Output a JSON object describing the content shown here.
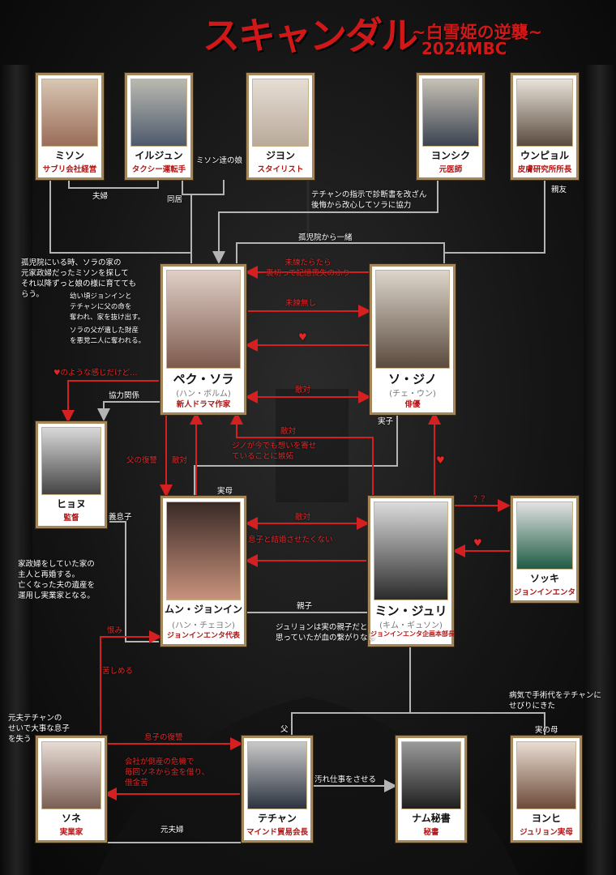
{
  "title": {
    "main": "スキャンダル",
    "sub": "~白雪姫の逆襲~",
    "year": "2024MBC"
  },
  "characters": [
    {
      "id": "mison",
      "name": "ミソン",
      "role": "サブリ会社経営"
    },
    {
      "id": "iljun",
      "name": "イルジュン",
      "role": "タクシー運転手"
    },
    {
      "id": "jiyon",
      "name": "ジヨン",
      "role": "スタイリスト"
    },
    {
      "id": "yonshik",
      "name": "ヨンシク",
      "role": "元医師"
    },
    {
      "id": "unpil",
      "name": "ウンピョル",
      "role": "皮膚研究所所長"
    },
    {
      "id": "sora",
      "name": "ペク・ソラ",
      "actor": "(ハン・ボルム)",
      "role": "新人ドラマ作家"
    },
    {
      "id": "jino",
      "name": "ソ・ジノ",
      "actor": "(チェ・ウン)",
      "role": "俳優"
    },
    {
      "id": "hyonu",
      "name": "ヒョヌ",
      "role": "監督"
    },
    {
      "id": "jongin",
      "name": "ムン・ジョンイン",
      "actor": "(ハン・チェヨン)",
      "role": "ジョンインエンタ代表"
    },
    {
      "id": "juri",
      "name": "ミン・ジュリ",
      "actor": "(キム・ギュソン)",
      "role": "ジョンインエンタ企画本部長"
    },
    {
      "id": "sokki",
      "name": "ソッキ",
      "role": "ジョンインエンタ"
    },
    {
      "id": "sone",
      "name": "ソネ",
      "role": "実業家"
    },
    {
      "id": "tecyan",
      "name": "テチャン",
      "role": "マインド貿易会長"
    },
    {
      "id": "nam",
      "name": "ナム秘書",
      "role": "秘書"
    },
    {
      "id": "yonhi",
      "name": "ヨンヒ",
      "role": "ジュリョン実母"
    }
  ],
  "labels": {
    "fuufu": "夫婦",
    "doukyo": "同居",
    "mison_musume": "ミソン達の娘",
    "shinyu": "親友",
    "yonshik_note": "テチャンの指示で診断書を改ざん\n後悔から改心してソラに協力",
    "kojiin": "孤児院から一緒",
    "miren": "未練たらたら\n裏切って記憶喪失のふり",
    "mirennashi": "未練無し",
    "heart": "♥",
    "heart_like": "♥のような感じだけど…",
    "kyoryoku": "協力関係",
    "tekitai1": "敵対",
    "jitsuko": "実子",
    "tekitai2": "敵対",
    "jino_omoi": "ジノが今でも想いを寄せ\nていることに嫉妬",
    "chichi_fukushu": "父の復讐",
    "tekitai3": "敵対",
    "jitsubo": "実母",
    "tekitai4": "敵対",
    "musuko_kekkon": "息子と結婚させたくない",
    "gimusuko": "義息子",
    "qq": "？？",
    "heart2": "♥",
    "heart3": "♥",
    "oyako": "親子",
    "juri_note": "ジュリョンは実の親子だと\n思っていたが血の繋がりなし",
    "urami": "恨み",
    "kurushimeru": "苦しめる",
    "sone_note": "元夫テチャンの\nせいで大事な息子\nを失う",
    "musuko_fukushu": "息子の復讐",
    "kaisha_note": "会社が倒産の危機で\n毎回ソネから金を借り、\n借金苦",
    "chichi": "父",
    "yogore": "汚れ仕事をさせる",
    "motofuufu": "元夫婦",
    "byouki": "病気で手術代をテチャンに\nせびりにきた",
    "jitsuno_haha": "実の母",
    "sora_note1": "孤児院にいる時、ソラの家の\n元家政婦だったミソンを探して\nそれ以降ずっと娘の様に育てても\nらう。",
    "sora_note2": "幼い頃ジョンインと\nテチャンに父の命を\n奪われ、家を抜け出す。",
    "sora_note3": "ソラの父が遺した財産\nを悪党二人に奪われる。",
    "jongin_note": "家政婦をしていた家の\n主人と再婚する。\n亡くなった夫の遺産を\n運用し実業家となる。"
  },
  "colors": {
    "accent": "#d01818",
    "frame": "#a5875a",
    "line": "#b4b4b4",
    "red_line": "#d42020"
  }
}
